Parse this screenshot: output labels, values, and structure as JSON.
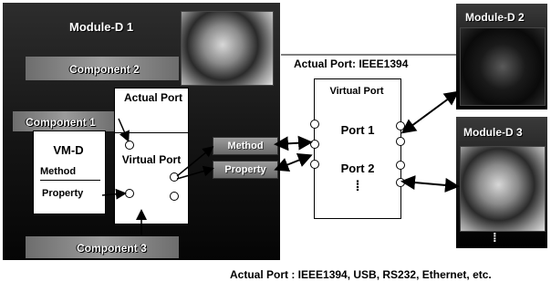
{
  "module_d1": {
    "title": "Module-D 1"
  },
  "component2": {
    "title": "Component 2"
  },
  "component1": {
    "title": "Component 1"
  },
  "component3": {
    "title": "Component 3"
  },
  "actual_port_box": {
    "label": "Actual Port"
  },
  "virtual_port_box": {
    "label": "Virtual Port"
  },
  "vmd_box": {
    "title": "VM-D",
    "method_label": "Method",
    "property_label": "Property"
  },
  "chips": {
    "method": "Method",
    "property": "Property"
  },
  "center": {
    "actual_port_header": "Actual Port: IEEE1394",
    "virtual_port_title": "Virtual Port",
    "port1": "Port 1",
    "port2": "Port 2",
    "more": "⁞"
  },
  "module_d2": {
    "title": "Module-D 2"
  },
  "module_d3": {
    "title": "Module-D 3",
    "more": "⁞"
  },
  "footer": {
    "text": "Actual Port : IEEE1394, USB, RS232, Ethernet, etc."
  },
  "colors": {
    "panel_dark": "#141414",
    "grey_bar": "#8a8a8a",
    "line": "#000000",
    "text_white": "#ffffff"
  }
}
